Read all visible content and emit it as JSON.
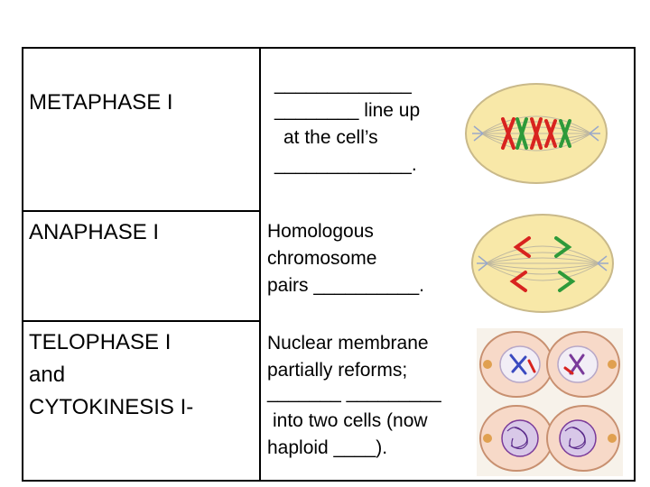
{
  "rows": [
    {
      "stage": "METAPHASE I",
      "description": {
        "line1": "_____________",
        "line2_blank": "________",
        "line2_text": "line up",
        "line3": "at the cell’s",
        "line4": "_____________."
      },
      "image_icon": "metaphase-cell-icon"
    },
    {
      "stage": "ANAPHASE I",
      "description": {
        "line1": "Homologous",
        "line2": "chromosome",
        "line3_text": "pairs",
        "line3_blank": "__________."
      },
      "image_icon": "anaphase-cell-icon"
    },
    {
      "stage_line1": "TELOPHASE I",
      "stage_line2": "and",
      "stage_line3": "CYTOKINESIS I-",
      "description": {
        "line1": "Nuclear membrane",
        "line2": "partially reforms;",
        "line3": "_______ _________",
        "line4": "into two cells (now",
        "line5": "haploid ____)."
      },
      "image_icon": "telophase-cells-icon"
    }
  ],
  "colors": {
    "cell_fill": "#f8e8a8",
    "cell_border": "#c9b98a",
    "chromosome_red": "#d8231f",
    "chromosome_green": "#2e9a3a",
    "nucleus_purple": "#7a3a9a",
    "telophase_bg": "#f7d9c8"
  }
}
